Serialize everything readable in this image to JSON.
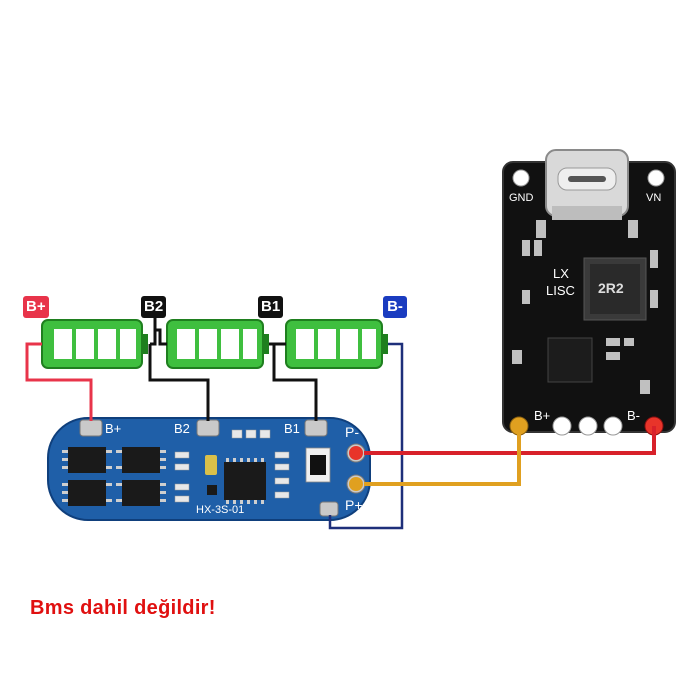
{
  "battery_tags": {
    "b_plus": "B+",
    "b2": "B2",
    "b1": "B1",
    "b_minus": "B-"
  },
  "bms_board": {
    "pad_b_plus": "B+",
    "pad_b2": "B2",
    "pad_b1": "B1",
    "pad_p_minus": "P-",
    "pad_p_plus": "P+",
    "model": "HX-3S-01"
  },
  "charger_board": {
    "gnd": "GND",
    "vn": "VN",
    "chip_top": "LX",
    "chip_bottom": "LISC",
    "inductor": "2R2",
    "b_plus": "B+",
    "b_minus": "B-"
  },
  "caption": "Bms dahil değildir!",
  "colors": {
    "pcb_blue": "#1f5fa8",
    "charger_black": "#111111",
    "battery_green": "#3fbf3f",
    "wire_red": "#d8212a",
    "wire_yellow": "#e0a020",
    "wire_black": "#111111",
    "wire_navy": "#1e2f7a"
  }
}
